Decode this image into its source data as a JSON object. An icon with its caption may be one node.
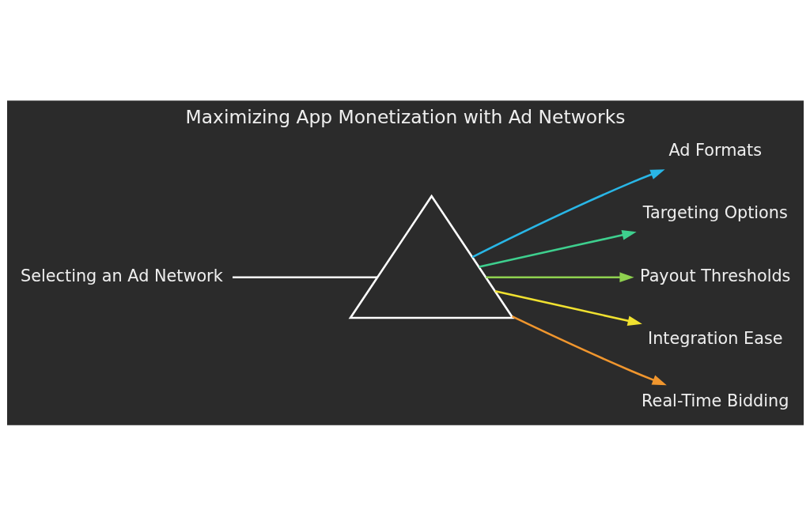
{
  "diagram": {
    "title": "Maximizing App Monetization with Ad Networks",
    "nodes": [
      {
        "text": [
          "Selecting an Ad Network"
        ]
      },
      {
        "text": [],
        "shape": "triangle"
      },
      {
        "text": [
          "Ad Formats"
        ]
      },
      {
        "text": [
          "Targeting Options"
        ]
      },
      {
        "text": [
          "Payout Thresholds"
        ]
      },
      {
        "text": [
          "Integration Ease"
        ]
      },
      {
        "text": [
          "Real-Time Bidding"
        ]
      }
    ],
    "edges": [
      {
        "from": 0,
        "to": 1,
        "arrow": "none",
        "color": "#ffffff"
      },
      {
        "from": 1,
        "to": 2,
        "arrow": "to",
        "color": "#29b6e6"
      },
      {
        "from": 1,
        "to": 3,
        "arrow": "to",
        "color": "#3ecf8e"
      },
      {
        "from": 1,
        "to": 4,
        "arrow": "to",
        "color": "#8fd14f"
      },
      {
        "from": 1,
        "to": 5,
        "arrow": "to",
        "color": "#f0e130"
      },
      {
        "from": 1,
        "to": 6,
        "arrow": "to",
        "color": "#f0962e"
      }
    ]
  }
}
